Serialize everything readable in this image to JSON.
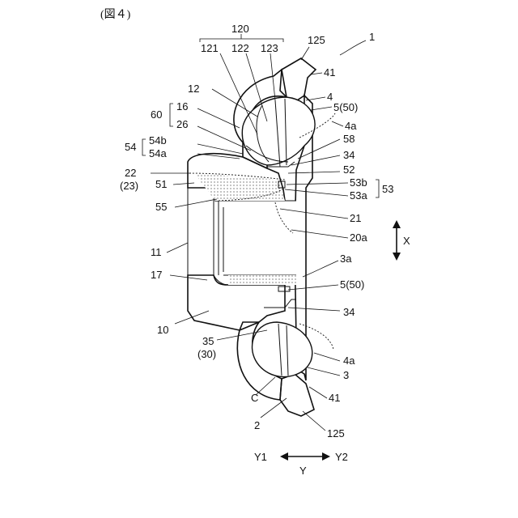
{
  "figure": {
    "label": "(図４)"
  },
  "labels": {
    "l120": "120",
    "l121": "121",
    "l122": "122",
    "l123": "123",
    "l125_top": "125",
    "l1": "1",
    "l41_top": "41",
    "l12": "12",
    "l4": "4",
    "l5_50_top": "5(50)",
    "l60": "60",
    "l16": "16",
    "l26": "26",
    "l4a_top": "4a",
    "l54": "54",
    "l54b": "54b",
    "l54a": "54a",
    "l58": "58",
    "l34_top": "34",
    "l22": "22",
    "l23": "(23)",
    "l52": "52",
    "l51": "51",
    "l53b": "53b",
    "l53a": "53a",
    "l53": "53",
    "l55": "55",
    "l21": "21",
    "l20a": "20a",
    "lX": "X",
    "l11": "11",
    "l3a": "3a",
    "l17": "17",
    "l5_50_bot": "5(50)",
    "l10": "10",
    "l34_bot": "34",
    "l35": "35",
    "l30": "(30)",
    "l4a_bot": "4a",
    "l3": "3",
    "lC": "C",
    "l41_bot": "41",
    "l2": "2",
    "l125_bot": "125",
    "lY1": "Y1",
    "lY2": "Y2",
    "lY": "Y"
  }
}
